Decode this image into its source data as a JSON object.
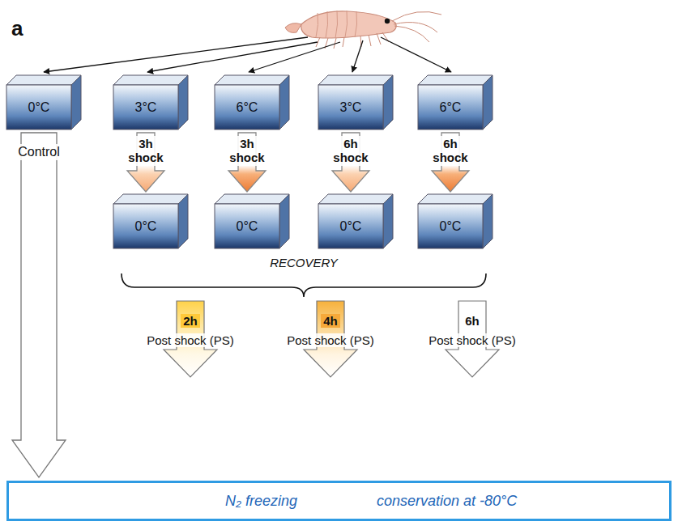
{
  "diagram": {
    "nodes": [
      {
        "text": [
          "0°C"
        ]
      },
      {
        "text": [
          "3°C"
        ]
      },
      {
        "text": [
          "6°C"
        ]
      },
      {
        "text": [
          "3°C"
        ]
      },
      {
        "text": [
          "6°C"
        ]
      },
      {
        "text": [
          "0°C"
        ]
      },
      {
        "text": [
          "0°C"
        ]
      },
      {
        "text": [
          "0°C"
        ]
      },
      {
        "text": [
          "0°C"
        ]
      },
      {
        "text": [
          "N₂ freezing",
          "conservation at -80°C"
        ]
      }
    ],
    "edges": [
      {
        "from": 0,
        "to": 9,
        "label": "Control",
        "arrow": "to"
      },
      {
        "from": 1,
        "to": 5,
        "label": "3h shock",
        "arrow": "to"
      },
      {
        "from": 2,
        "to": 6,
        "label": "3h shock",
        "arrow": "to"
      },
      {
        "from": 3,
        "to": 7,
        "label": "6h shock",
        "arrow": "to"
      },
      {
        "from": 4,
        "to": 8,
        "label": "6h shock",
        "arrow": "to"
      }
    ],
    "labels": [
      "a",
      "RECOVERY",
      "2h",
      "Post shock (PS)",
      "4h",
      "Post shock (PS)",
      "6h",
      "Post shock (PS)"
    ]
  }
}
